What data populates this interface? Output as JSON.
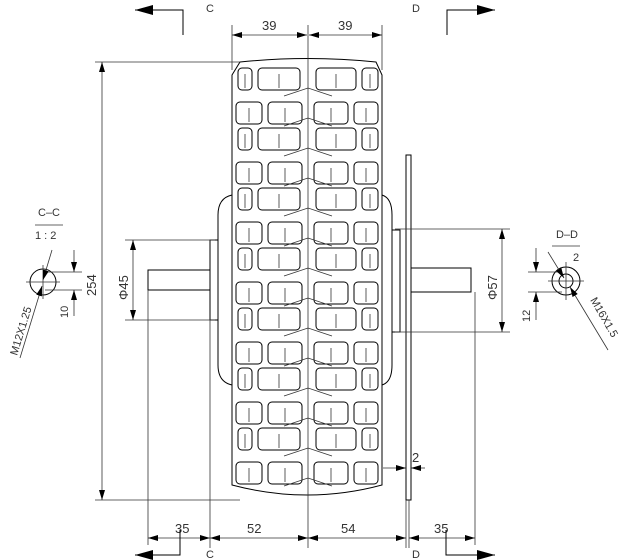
{
  "drawing": {
    "top_dims": {
      "left": "39",
      "right": "39"
    },
    "overall_diameter": "254",
    "hub_left_diameter": "Φ45",
    "hub_right_diameter": "Φ57",
    "disc_thickness": "2",
    "bottom_dims": {
      "left_axle": "35",
      "left_hub": "52",
      "right_hub": "54",
      "right_axle": "35"
    },
    "section_markers": {
      "top_left": "C",
      "top_right": "D",
      "bottom_left": "C",
      "bottom_right": "D"
    },
    "detail_c": {
      "title": "C–C",
      "scale": "1 : 2",
      "flat_dim": "10",
      "thread": "M12X1.25"
    },
    "detail_d": {
      "title": "D–D",
      "scale": "2",
      "flat_dim": "12",
      "thread": "M16X1.5"
    }
  }
}
